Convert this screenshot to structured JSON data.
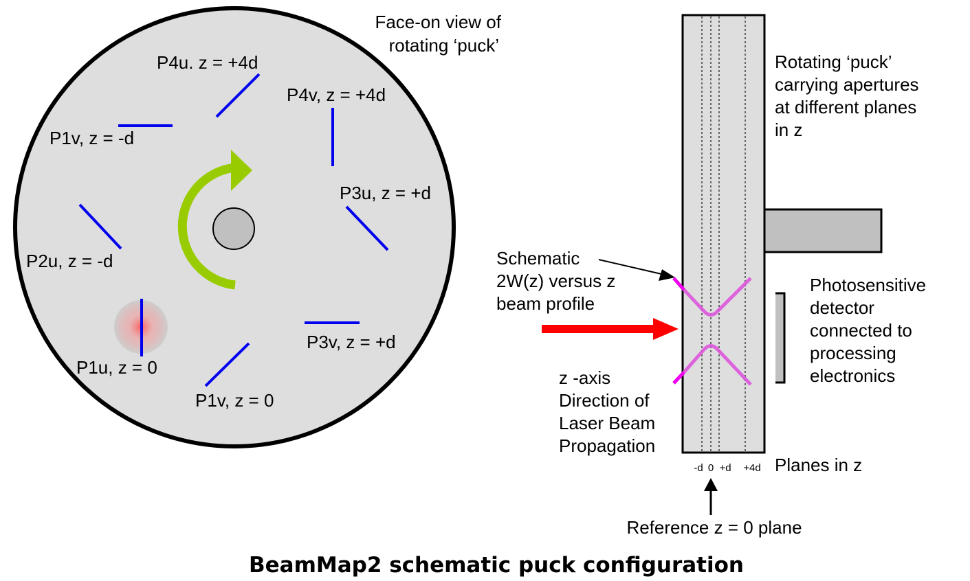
{
  "title": "BeamMap2 schematic puck configuration",
  "colors": {
    "puck_fill": "#dedede",
    "hub_fill": "#c0c0c0",
    "aperture": "#0000ee",
    "rotation_arrow": "#99cc00",
    "laser_arrow": "#ff0000",
    "beam_profile": "#dd55dd",
    "beam_profile_outside": "#ee00ee",
    "plane_line": "#666666"
  },
  "face_view": {
    "caption_line1": "Face-on view of",
    "caption_line2": "rotating ‘puck’",
    "apertures": [
      {
        "label": "P4u. z = +4d"
      },
      {
        "label": "P4v, z = +4d"
      },
      {
        "label": "P1v, z = -d"
      },
      {
        "label": "P3u, z = +d"
      },
      {
        "label": "P2u, z = -d"
      },
      {
        "label": "P1u, z = 0"
      },
      {
        "label": "P3v, z = +d"
      },
      {
        "label": "P1v, z = 0"
      }
    ]
  },
  "side_view": {
    "puck_caption": [
      "Rotating ‘puck’",
      "carrying apertures",
      "at different planes",
      "in z"
    ],
    "detector_caption": [
      "Photosensitive",
      "detector",
      "connected to",
      "processing",
      "electronics"
    ],
    "profile_caption": [
      "Schematic",
      "2W(z) versus z",
      "beam profile"
    ],
    "axis_caption": [
      "z -axis",
      "Direction of",
      "Laser Beam",
      "Propagation"
    ],
    "plane_ticks": [
      "-d",
      "0",
      "+d",
      "+4d"
    ],
    "planes_label": "Planes in z",
    "reference_label": "Reference z = 0 plane"
  }
}
